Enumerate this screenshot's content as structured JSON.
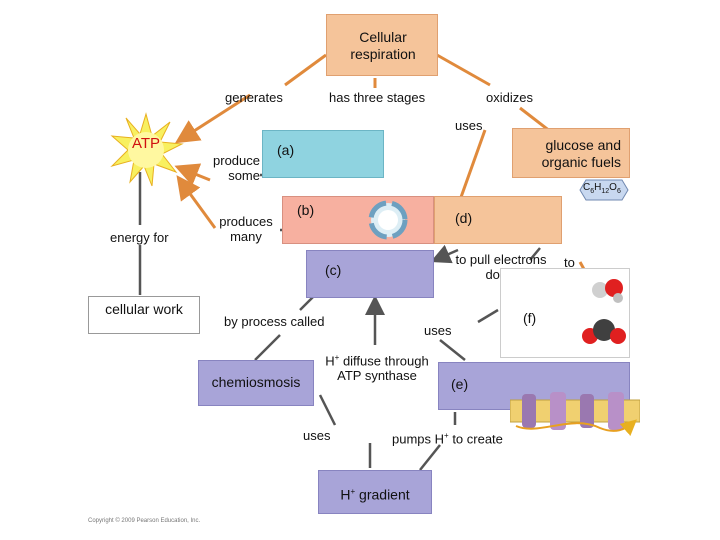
{
  "title": "Cellular respiration",
  "labels": {
    "generates": "generates",
    "has_three_stages": "has three stages",
    "oxidizes": "oxidizes",
    "uses_top": "uses",
    "atp": "ATP",
    "produce_some": "produce some",
    "glucose": "glucose and organic fuels",
    "formula_c": "C",
    "formula_6a": "6",
    "formula_h": "H",
    "formula_12": "12",
    "formula_o": "O",
    "formula_6b": "6",
    "energy_for": "energy for",
    "produces_many": "produces many",
    "to_pull": "to pull electrons down",
    "to": "to",
    "cellular_work": "cellular work",
    "by_process_called": "by process called",
    "uses_mid": "uses",
    "h_diffuse": "H",
    "h_plus": "+",
    "diffuse_rest": " diffuse through ATP synthase",
    "chemiosmosis": "chemiosmosis",
    "uses_bottom": "uses",
    "pumps_pre": "pumps H",
    "pumps_plus": "+",
    "pumps_post": " to create",
    "gradient_h": "H",
    "gradient_plus": "+",
    "gradient_rest": " gradient",
    "blank_a": "(a)",
    "blank_b": "(b)",
    "blank_c": "(c)",
    "blank_d": "(d)",
    "blank_e": "(e)",
    "blank_f": "(f)",
    "copyright": "Copyright © 2009 Pearson Education, Inc."
  },
  "colors": {
    "orange": "#f5c49a",
    "orange_border": "#e0a070",
    "cyan": "#8fd3e0",
    "salmon": "#f7b0a0",
    "purple": "#a8a4d8",
    "arrow_orange": "#e08a3c",
    "arrow_gray": "#555555"
  }
}
